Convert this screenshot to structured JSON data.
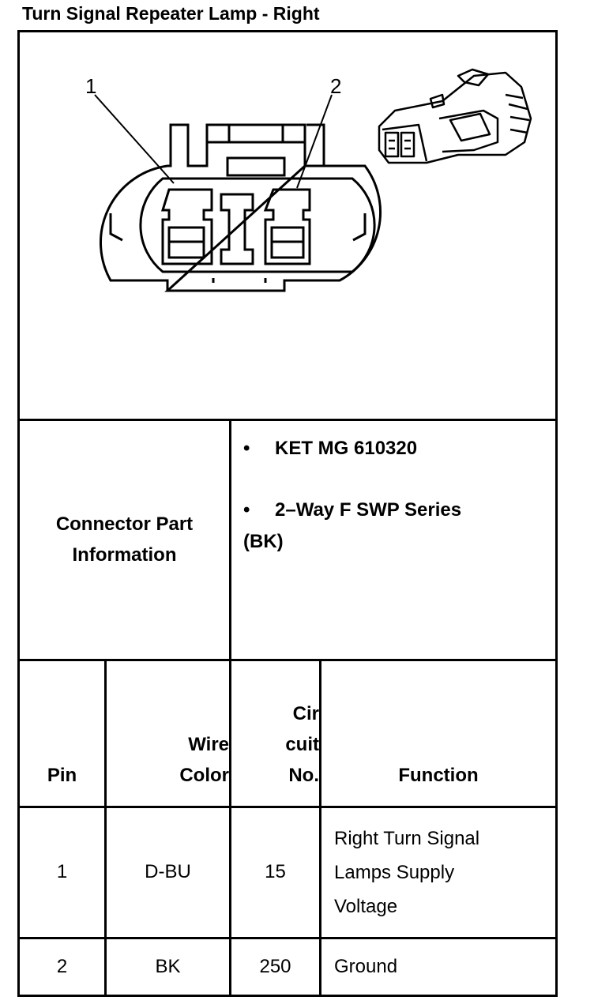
{
  "title": "Turn Signal Repeater Lamp - Right",
  "diagram": {
    "callouts": [
      "1",
      "2"
    ],
    "icon": "connector-face-view",
    "photo_icon": "connector-3d-view"
  },
  "connector_info": {
    "label_line1": "Connector Part",
    "label_line2": "Information",
    "bullet_symbol": "•",
    "part_number": "KET MG 610320",
    "description_line1": "2–Way F SWP Series",
    "description_line2": "(BK)"
  },
  "table": {
    "headers": {
      "pin": "Pin",
      "wire_color_line1": "Wire",
      "wire_color_line2": "Color",
      "circuit_line1": "Cir",
      "circuit_line2": "cuit",
      "circuit_line3": "No.",
      "function": "Function"
    },
    "rows": [
      {
        "pin": "1",
        "wire_color": "D-BU",
        "circuit": "15",
        "function_line1": "Right Turn Signal",
        "function_line2": "Lamps Supply",
        "function_line3": "Voltage"
      },
      {
        "pin": "2",
        "wire_color": "BK",
        "circuit": "250",
        "function": "Ground"
      }
    ]
  }
}
